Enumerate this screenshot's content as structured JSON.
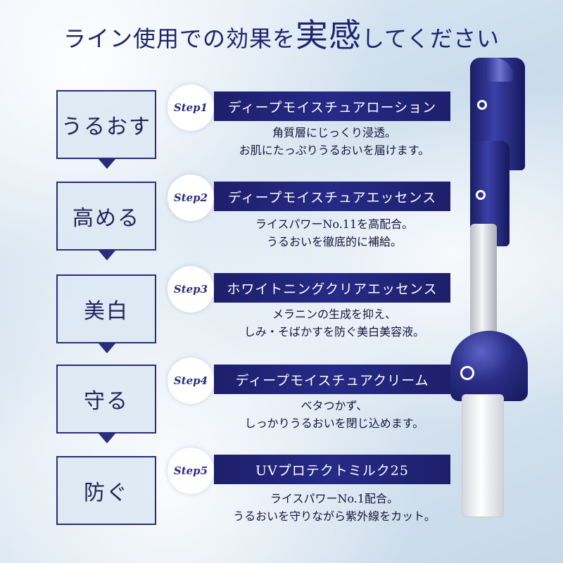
{
  "title": {
    "prefix": "ライン使用での効果を",
    "emph1": "実",
    "emph2": "感",
    "suffix": "してください"
  },
  "stages": [
    {
      "label": "うるおす"
    },
    {
      "label": "高める"
    },
    {
      "label": "美白"
    },
    {
      "label": "守る"
    },
    {
      "label": "防ぐ"
    }
  ],
  "steps": [
    {
      "step": "Step1",
      "name": "ディープモイスチュアローション",
      "line1": "角質層にじっくり浸透。",
      "line2": "お肌にたっぷりうるおいを届けます。"
    },
    {
      "step": "Step2",
      "name": "ディープモイスチュアエッセンス",
      "line1": "ライスパワーNo.11を高配合。",
      "line2": "うるおいを徹底的に補給。"
    },
    {
      "step": "Step3",
      "name": "ホワイトニングクリアエッセンス",
      "line1": "メラニンの生成を抑え、",
      "line2": "しみ・そばかすを防ぐ美白美容液。"
    },
    {
      "step": "Step4",
      "name": "ディープモイスチュアクリーム",
      "line1": "ベタつかず、",
      "line2": "しっかりうるおいを閉じ込めます。"
    },
    {
      "step": "Step5",
      "name": "UVプロテクトミルク25",
      "line1": "ライスパワーNo.1配合。",
      "line2": "うるおいを守りながら紫外線をカット。"
    }
  ],
  "colors": {
    "navy": "#1d1f6b",
    "stage_border": "#2a2d7a",
    "title": "#1d2470"
  }
}
